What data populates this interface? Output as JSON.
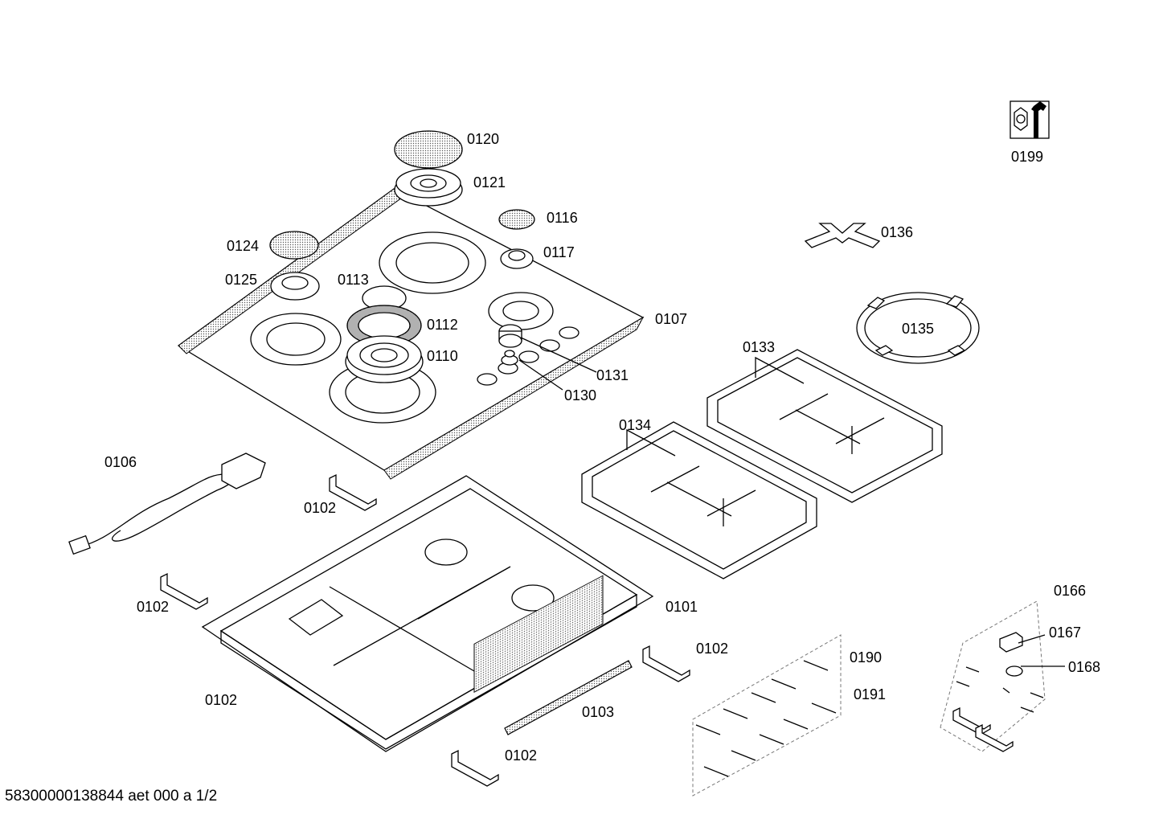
{
  "footer": "58300000138844 aet 000 a 1/2",
  "icons": {
    "service_tool": "wrench-nut-icon"
  },
  "parts": {
    "p0199": "0199",
    "p0120": "0120",
    "p0121": "0121",
    "p0116": "0116",
    "p0117": "0117",
    "p0124": "0124",
    "p0125": "0125",
    "p0113": "0113",
    "p0112": "0112",
    "p0110": "0110",
    "p0107": "0107",
    "p0131": "0131",
    "p0130": "0130",
    "p0136": "0136",
    "p0135": "0135",
    "p0133": "0133",
    "p0134": "0134",
    "p0106": "0106",
    "p0102a": "0102",
    "p0102b": "0102",
    "p0102c": "0102",
    "p0102d": "0102",
    "p0102e": "0102",
    "p0101": "0101",
    "p0103": "0103",
    "p0190": "0190",
    "p0191": "0191",
    "p0166": "0166",
    "p0167": "0167",
    "p0168": "0168"
  }
}
